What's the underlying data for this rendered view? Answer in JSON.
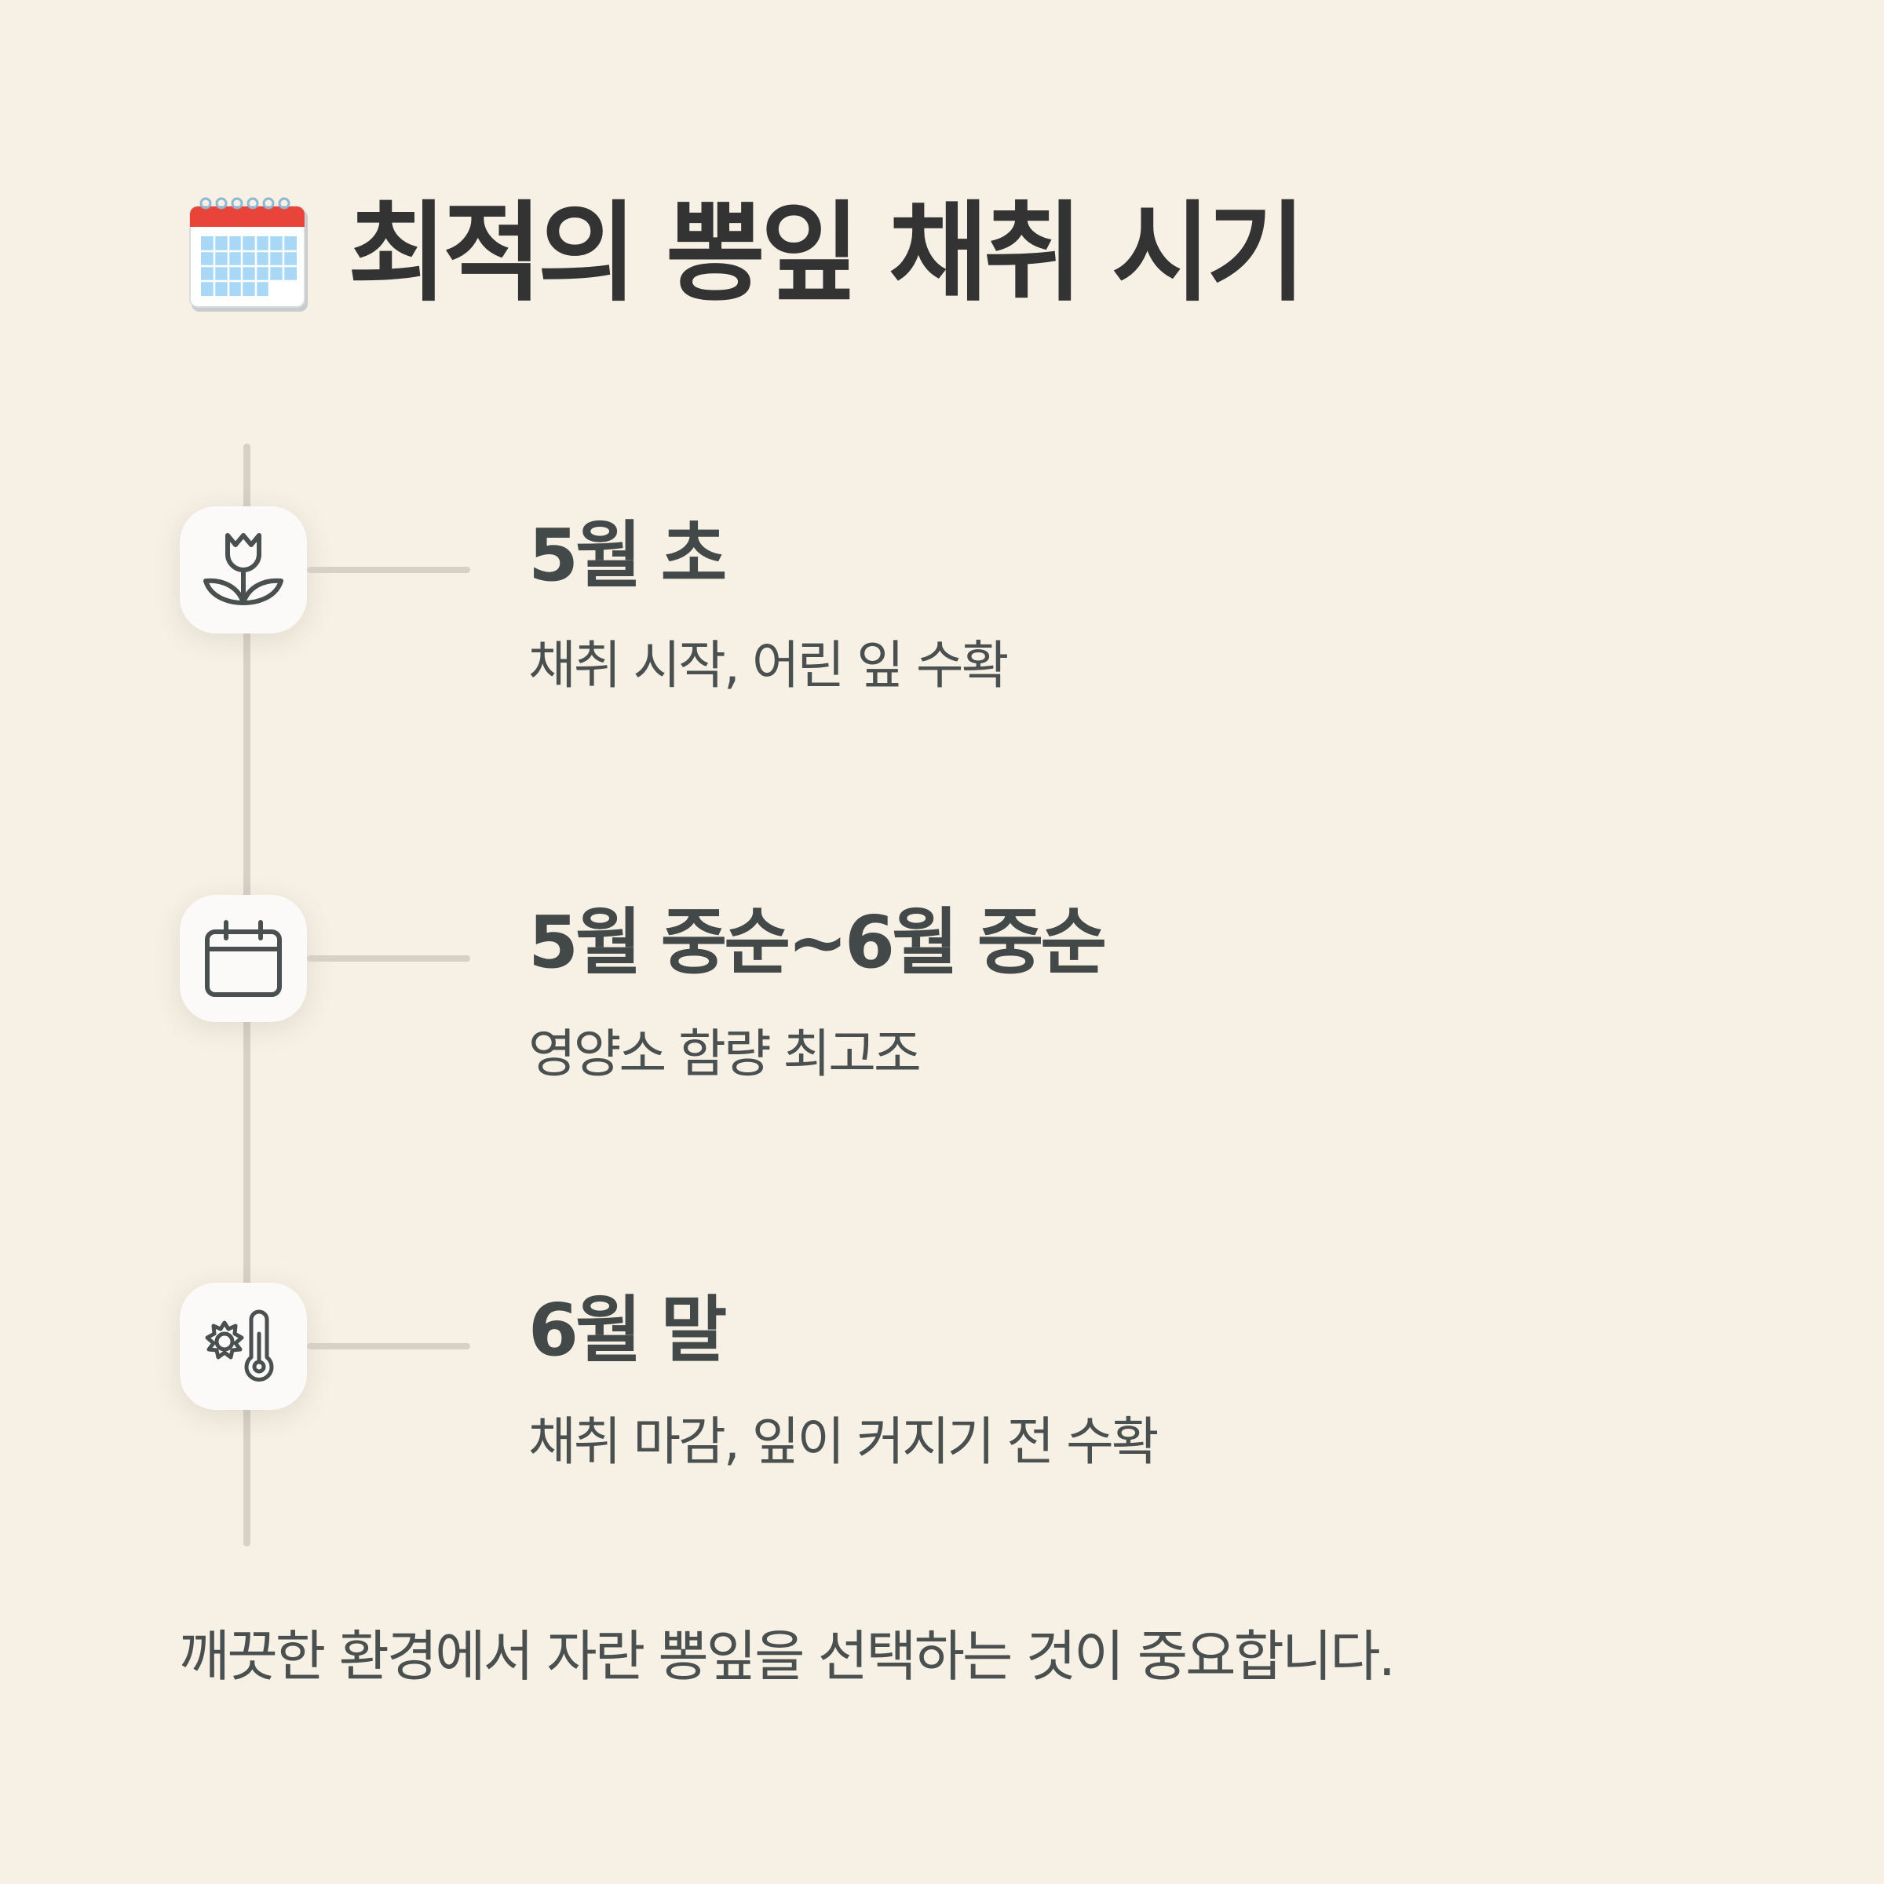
{
  "header": {
    "icon": "calendar-emoji-icon",
    "title": "최적의 뽕잎 채취 시기"
  },
  "timeline": [
    {
      "icon": "tulip-icon",
      "period": "5월 초",
      "description": "채취 시작, 어린 잎 수확"
    },
    {
      "icon": "calendar-icon",
      "period": "5월 중순~6월 중순",
      "description": "영양소 함량 최고조"
    },
    {
      "icon": "sun-thermometer-icon",
      "period": "6월 말",
      "description": "채취 마감, 잎이 커지기 전 수확"
    }
  ],
  "footer": {
    "note": "깨끗한 환경에서 자란 뽕잎을 선택하는 것이 중요합니다."
  },
  "colors": {
    "background": "#F6F0E5",
    "text_dark": "#333333",
    "stage_text": "#434848",
    "line": "#D6D0C6",
    "icon_box": "#FBFAF8",
    "calendar_red": "#E8443A",
    "calendar_blue": "#9FD3F2"
  }
}
